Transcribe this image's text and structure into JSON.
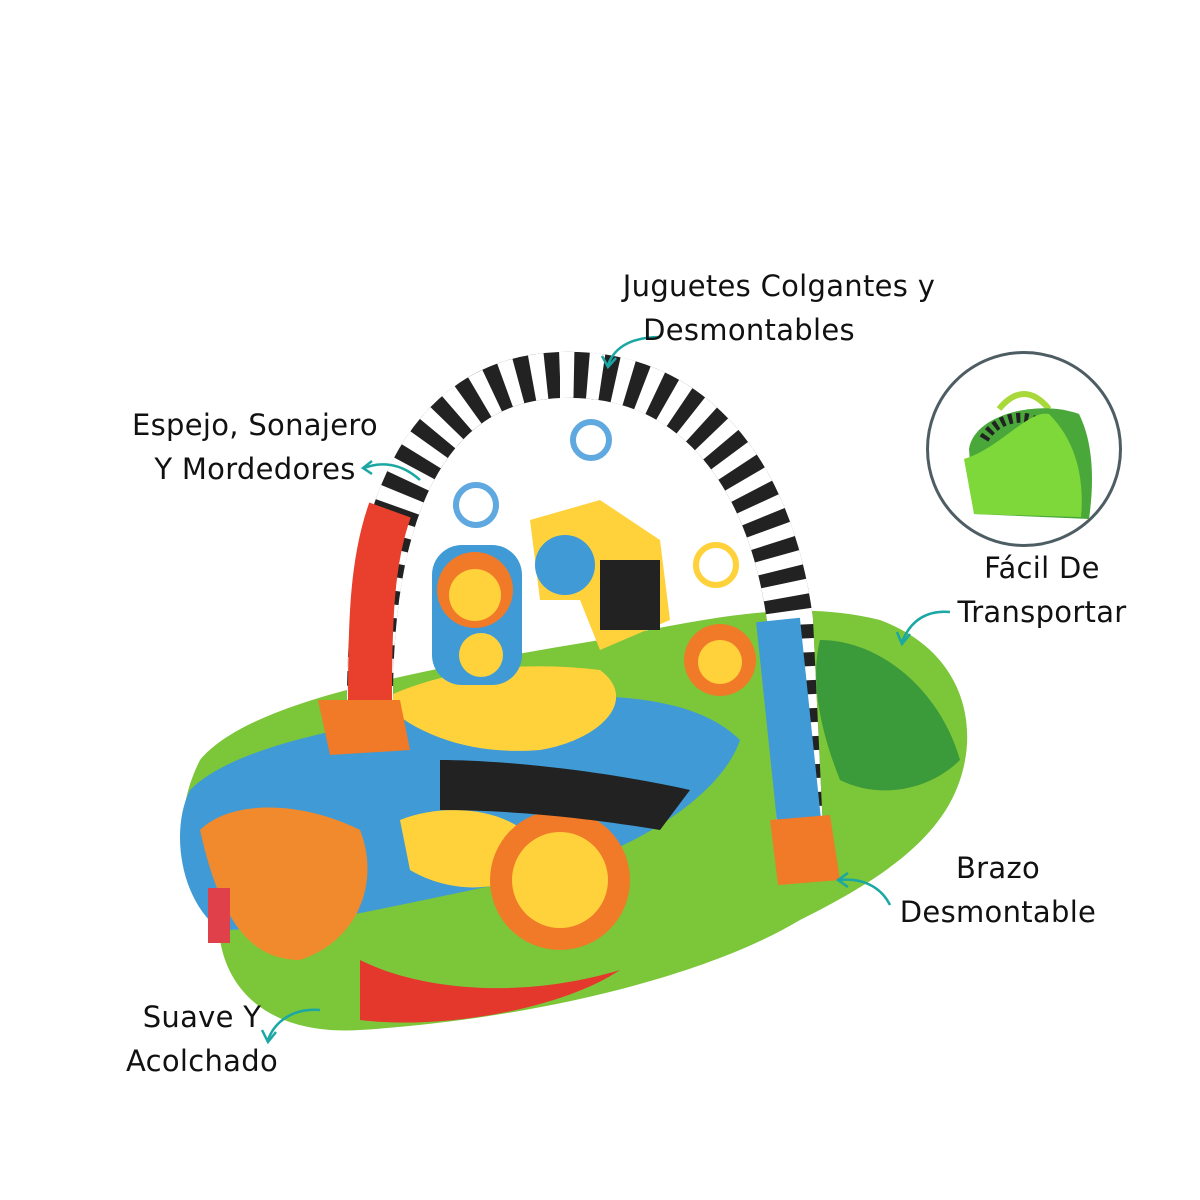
{
  "labels": {
    "hanging_toys": [
      "Juguetes Colgantes y",
      "Desmontables"
    ],
    "mirror_rattle": [
      "Espejo, Sonajero",
      "Y Mordedores"
    ],
    "easy_transport": [
      "Fácil De",
      "Transportar"
    ],
    "detachable_arm": [
      "Brazo",
      "Desmontable"
    ],
    "soft_padded": [
      "Suave Y",
      "Acolchado"
    ]
  },
  "colors": {
    "arrow": "#1ba7a3",
    "inset_border": "#4d5d63",
    "mat_green": "#7cc63a"
  }
}
